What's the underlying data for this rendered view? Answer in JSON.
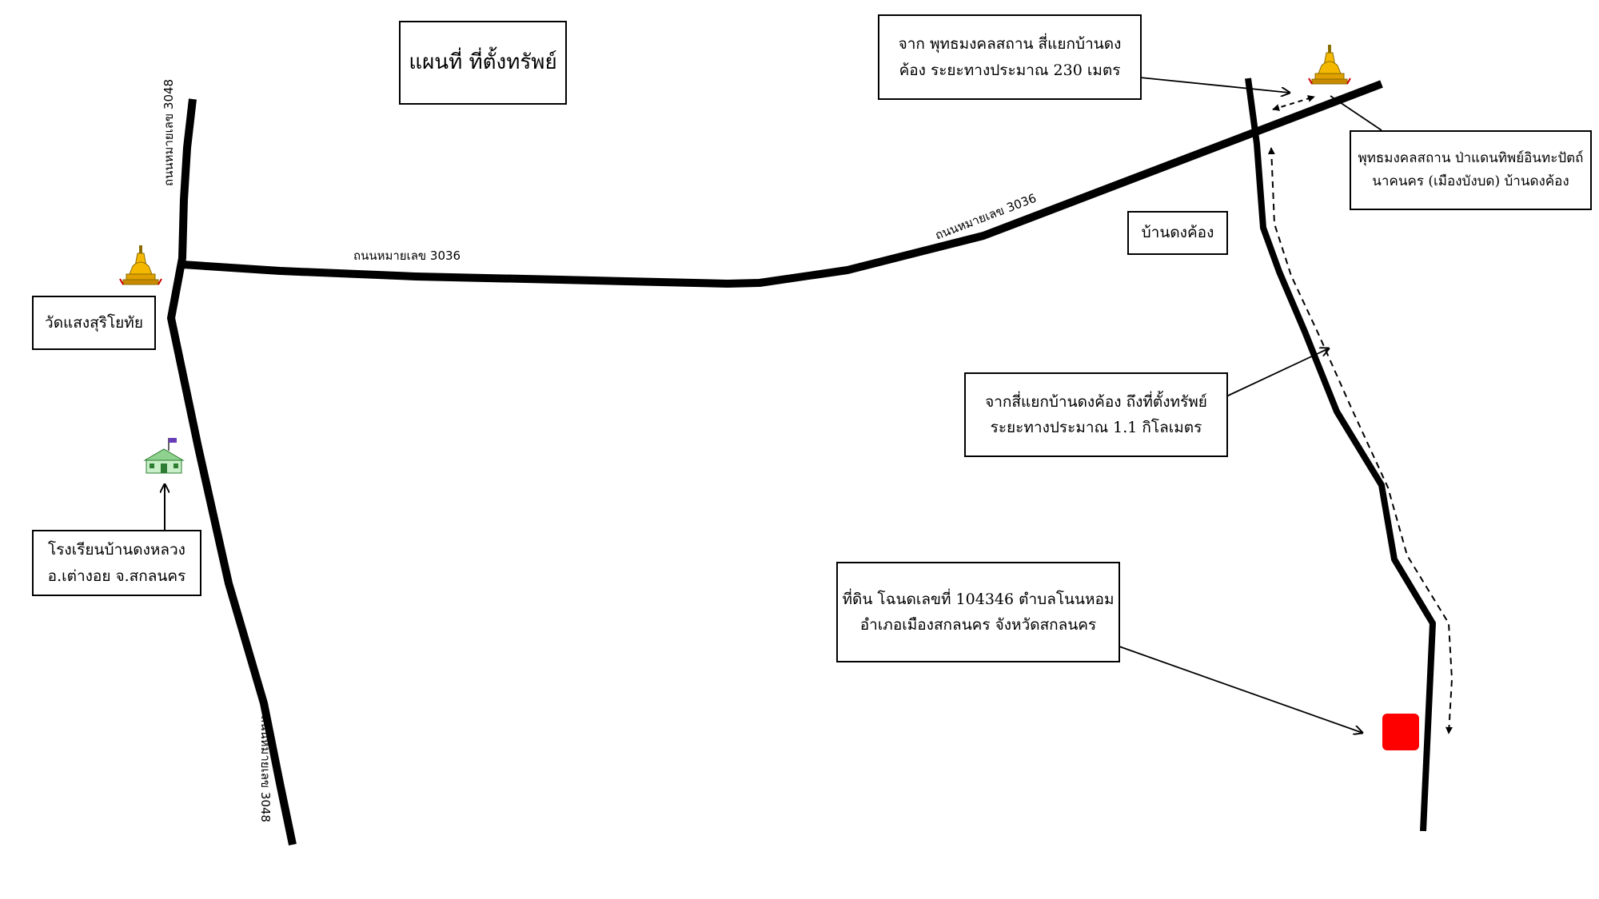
{
  "title": "แผนที่ ที่ตั้งทรัพย์",
  "roads": {
    "r3048_north": "ถนนหมายเลข 3048",
    "r3048_south": "ถนนหมายเลข 3048",
    "r3036_west": "ถนนหมายเลข 3036",
    "r3036_east": "ถนนหมายเลข 3036"
  },
  "places": {
    "wat_saeng": "วัดแสงสุริโยทัย",
    "school_line1": "โรงเรียนบ้านดงหลวง",
    "school_line2": "อ.เต่างอย จ.สกลนคร",
    "ban_dong_kong": "บ้านดงค้อง",
    "buddha_park_line1": "พุทธมงคลสถาน ป่าแดนทิพย์อินทะปัตถ์",
    "buddha_park_line2": "นาคนคร (เมืองบังบด) บ้านดงค้อง"
  },
  "callouts": {
    "top_line1": "จาก พุทธมงคลสถาน สี่แยกบ้านดง",
    "top_line2": "ค้อง ระยะทางประมาณ  230 เมตร",
    "mid_line1": "จากสี่แยกบ้านดงค้อง ถึงที่ตั้งทรัพย์",
    "mid_line2": "ระยะทางประมาณ  1.1 กิโลเมตร",
    "land_line1": "ที่ดิน โฉนดเลขที่ 104346 ตำบลโนนหอม",
    "land_line2": "อำเภอเมืองสกลนคร จังหวัดสกลนคร"
  },
  "icons": {
    "temple_west": "temple-stupa-icon",
    "temple_east": "temple-stupa-icon",
    "school": "school-building-icon",
    "property": "property-marker-icon"
  },
  "colors": {
    "road": "#000000",
    "property": "#ff0000",
    "stupa_gold": "#f5b800",
    "school_green": "#4caf50"
  }
}
